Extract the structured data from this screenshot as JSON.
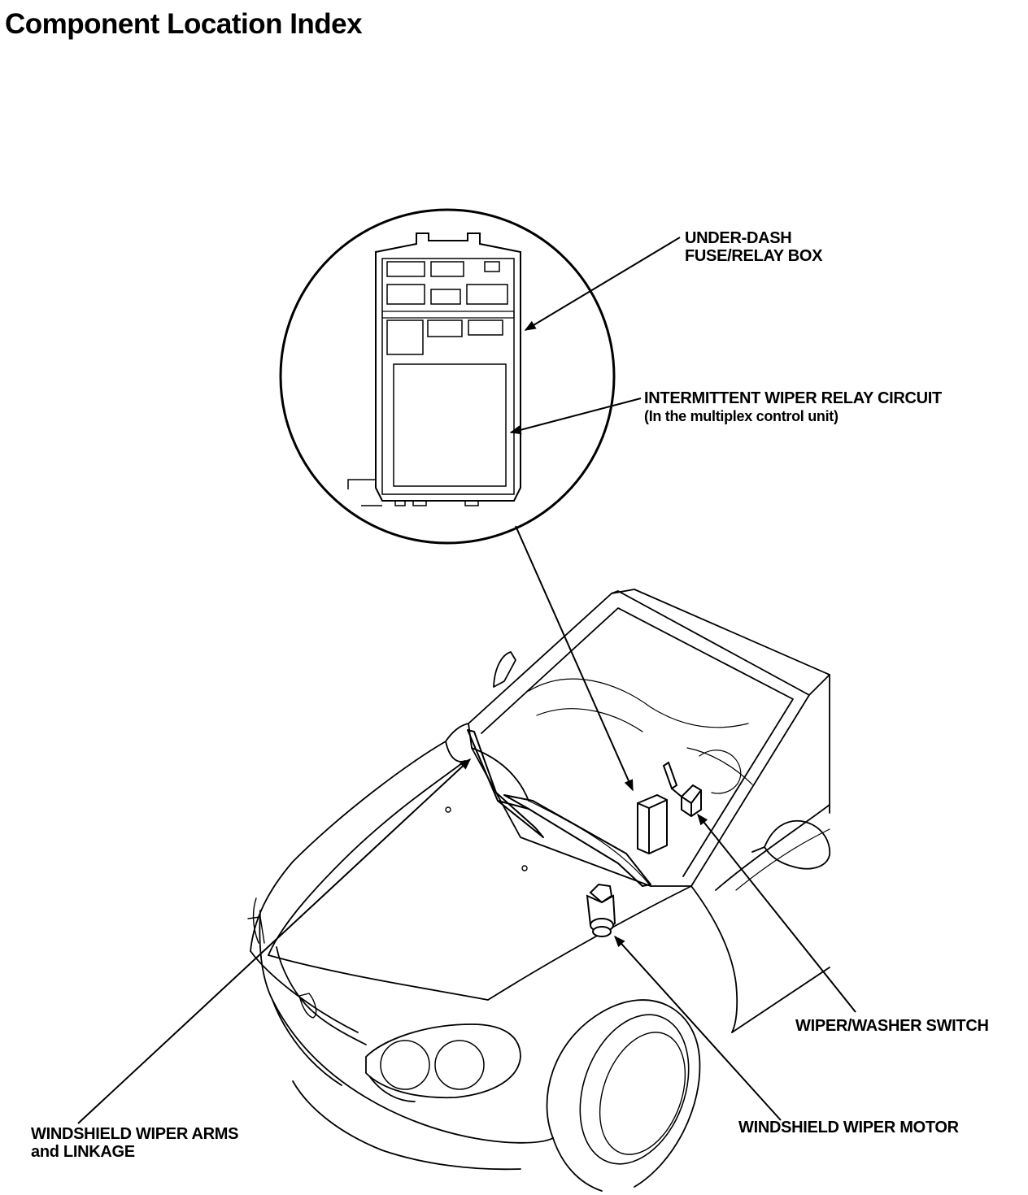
{
  "page": {
    "title": "Component Location Index"
  },
  "callouts": {
    "under_dash_box": {
      "line1": "UNDER-DASH",
      "line2": "FUSE/RELAY BOX"
    },
    "relay_circuit": {
      "line1": "INTERMITTENT WIPER RELAY CIRCUIT",
      "line2": "(In the multiplex control unit)"
    },
    "washer_switch": {
      "line1": "WIPER/WASHER SWITCH"
    },
    "wiper_motor": {
      "line1": "WINDSHIELD WIPER MOTOR"
    },
    "wiper_arms": {
      "line1": "WINDSHIELD WIPER ARMS",
      "line2": "and LINKAGE"
    }
  }
}
